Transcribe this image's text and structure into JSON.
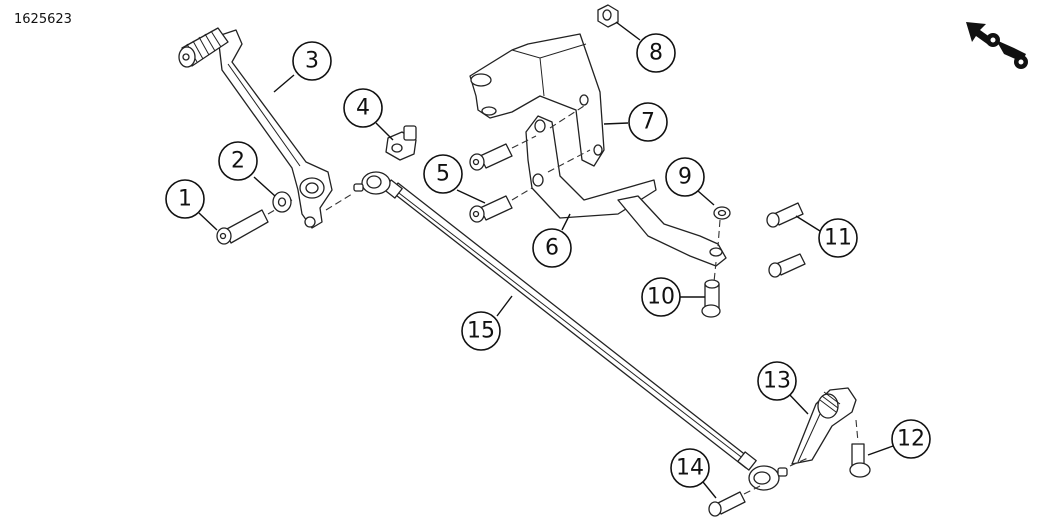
{
  "reference_number": "1625623",
  "callouts": [
    "1",
    "2",
    "3",
    "4",
    "5",
    "6",
    "7",
    "8",
    "9",
    "10",
    "11",
    "12",
    "13",
    "14",
    "15"
  ],
  "icons": {
    "orientation": "motorcycle-front-arrow-icon"
  }
}
